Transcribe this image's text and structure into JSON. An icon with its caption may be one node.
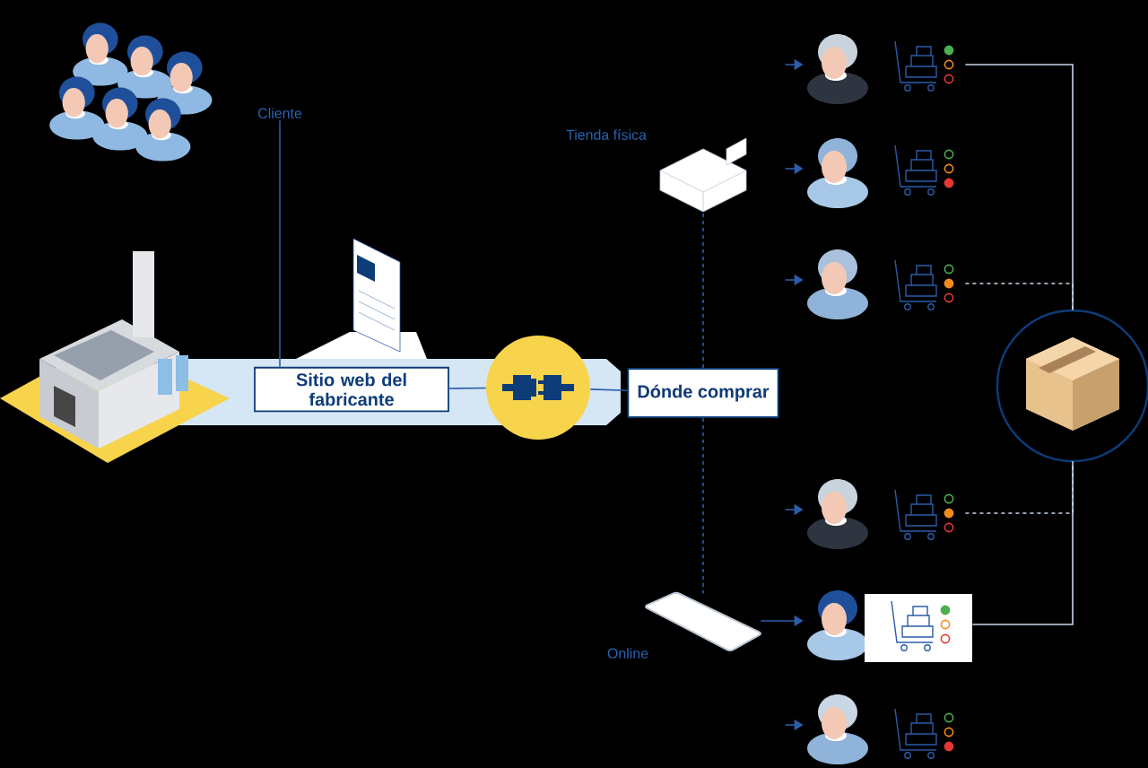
{
  "diagram": {
    "nodes": [
      {
        "text": [],
        "shape": "picture"
      },
      {
        "text": [
          "Sitio web del fabricante"
        ]
      },
      {
        "text": [],
        "shape": "picture"
      },
      {
        "text": [
          "Dónde comprar"
        ]
      },
      {
        "text": [
          "Cliente"
        ]
      },
      {
        "text": [
          "Tienda física"
        ]
      },
      {
        "text": [
          "Online"
        ]
      },
      {
        "text": [],
        "shape": "person"
      },
      {
        "text": [],
        "shape": "person"
      },
      {
        "text": [],
        "shape": "person"
      },
      {
        "text": [],
        "shape": "person"
      },
      {
        "text": [],
        "shape": "person"
      },
      {
        "text": [],
        "shape": "person"
      },
      {
        "text": [],
        "shape": "picture"
      },
      {
        "text": [],
        "shape": "picture"
      },
      {
        "text": [],
        "shape": "picture"
      },
      {
        "text": [],
        "shape": "picture"
      },
      {
        "text": [],
        "shape": "picture"
      },
      {
        "text": [],
        "shape": "picture"
      },
      {
        "text": [],
        "shape": "picture"
      }
    ],
    "edges": [
      {
        "from": 4,
        "to": 1,
        "arrow": "none"
      },
      {
        "from": 1,
        "to": 2,
        "arrow": "none"
      },
      {
        "from": 2,
        "to": 3,
        "arrow": "none"
      },
      {
        "from": 3,
        "to": 5,
        "arrow": "none",
        "style": "dashed"
      },
      {
        "from": 3,
        "to": 6,
        "arrow": "none",
        "style": "dashed"
      },
      {
        "from": 6,
        "to": 11,
        "arrow": "to"
      },
      {
        "from": null,
        "to": 7,
        "arrow": "to"
      },
      {
        "from": null,
        "to": 8,
        "arrow": "to"
      },
      {
        "from": null,
        "to": 9,
        "arrow": "to"
      },
      {
        "from": null,
        "to": 10,
        "arrow": "to"
      },
      {
        "from": null,
        "to": 12,
        "arrow": "to"
      },
      {
        "from": 13,
        "to": 19,
        "arrow": "none",
        "color": "#c8d6e8"
      },
      {
        "from": 15,
        "to": 19,
        "arrow": "none",
        "style": "dashed",
        "color": "#c8d6e8"
      },
      {
        "from": 16,
        "to": 19,
        "arrow": "none",
        "style": "dashed",
        "color": "#c8d6e8"
      },
      {
        "from": 17,
        "to": 19,
        "arrow": "none",
        "color": "#c8d6e8"
      }
    ]
  }
}
